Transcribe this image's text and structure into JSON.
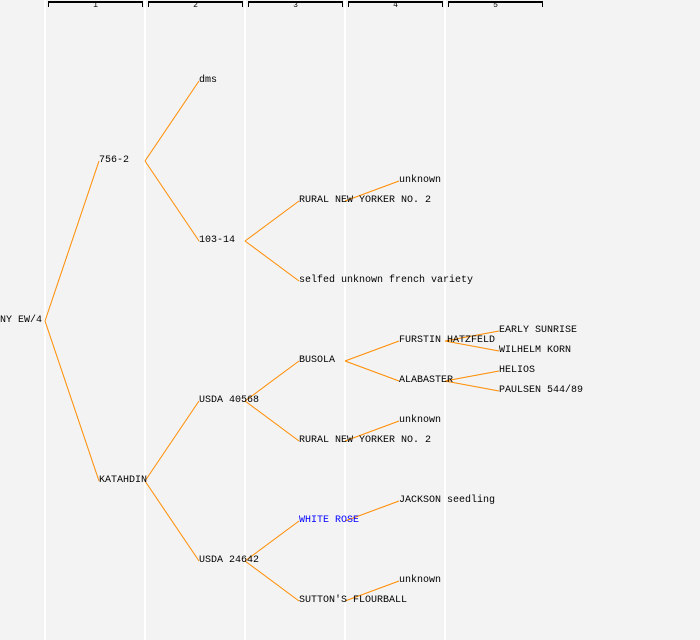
{
  "columns": [
    "1",
    "2",
    "3",
    "4",
    "5"
  ],
  "colors": {
    "line": "#ff8c00",
    "link": "#0000ff",
    "background": "#f3f3f3"
  },
  "nodes": [
    {
      "label": "NY EW/4",
      "parent": null
    },
    {
      "label": "756-2",
      "parent": 0
    },
    {
      "label": "KATAHDIN",
      "parent": 0
    },
    {
      "label": "dms",
      "parent": 1
    },
    {
      "label": "103-14",
      "parent": 1
    },
    {
      "label": "USDA 40568",
      "parent": 2
    },
    {
      "label": "USDA 24642",
      "parent": 2
    },
    {
      "label": "RURAL NEW YORKER NO. 2",
      "parent": 4
    },
    {
      "label": "selfed unknown french variety",
      "parent": 4
    },
    {
      "label": "BUSOLA",
      "parent": 5
    },
    {
      "label": "RURAL NEW YORKER NO. 2",
      "parent": 5
    },
    {
      "label": "WHITE ROSE",
      "parent": 6,
      "link": true
    },
    {
      "label": "SUTTON'S FLOURBALL",
      "parent": 6
    },
    {
      "label": "unknown",
      "parent": 7
    },
    {
      "label": "FURSTIN HATZFELD",
      "parent": 9
    },
    {
      "label": "ALABASTER",
      "parent": 9
    },
    {
      "label": "unknown",
      "parent": 10
    },
    {
      "label": "JACKSON seedling",
      "parent": 11
    },
    {
      "label": "unknown",
      "parent": 12
    },
    {
      "label": "EARLY SUNRISE",
      "parent": 14
    },
    {
      "label": "WILHELM KORN",
      "parent": 14
    },
    {
      "label": "HELIOS",
      "parent": 15
    },
    {
      "label": "PAULSEN 544/89",
      "parent": 15
    }
  ]
}
